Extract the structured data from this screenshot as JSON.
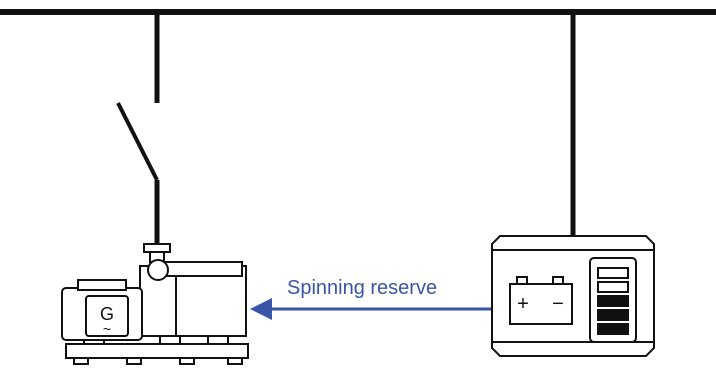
{
  "diagram": {
    "flow_label": "Spinning reserve",
    "generator_symbol": "G",
    "generator_tilde": "~",
    "battery_plus": "+",
    "battery_minus": "−",
    "battery_charge_level": {
      "filled": 3,
      "total": 5
    }
  },
  "colors": {
    "line": "#111111",
    "arrow": "#3a55a8",
    "label": "#3a55a8",
    "background": "#ffffff"
  },
  "icons": {
    "generator": "generator-icon",
    "battery_storage": "battery-storage-icon",
    "battery_cell": "battery-cell-icon",
    "switch": "open-switch-icon",
    "arrow": "flow-arrow-icon"
  }
}
